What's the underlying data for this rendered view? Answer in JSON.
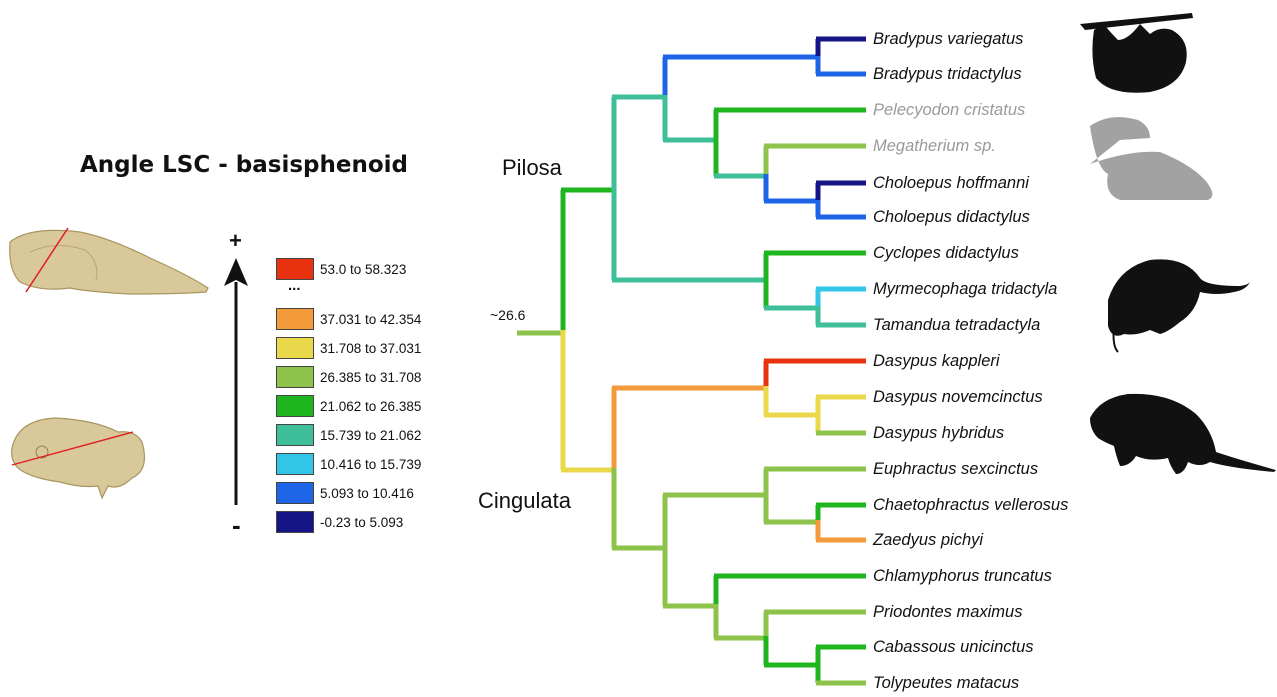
{
  "title": "Angle LSC - basisphenoid",
  "arrow": {
    "plus": "+",
    "minus": "-"
  },
  "legend": {
    "ellipsis": "...",
    "items": [
      {
        "label": "53.0 to 58.323",
        "color": "#e8310f"
      },
      {
        "label": "37.031 to 42.354",
        "color": "#f39a3a"
      },
      {
        "label": "31.708 to 37.031",
        "color": "#e9d84a"
      },
      {
        "label": "26.385 to 31.708",
        "color": "#8dc34a"
      },
      {
        "label": "21.062 to 26.385",
        "color": "#1fb51f"
      },
      {
        "label": "15.739 to 21.062",
        "color": "#3ebf9a"
      },
      {
        "label": "10.416 to 15.739",
        "color": "#33c6e8"
      },
      {
        "label": "5.093 to 10.416",
        "color": "#1e64e6"
      },
      {
        "label": "-0.23 to 5.093",
        "color": "#141486"
      }
    ]
  },
  "root_value": "~26.6",
  "clades": {
    "pilosa": "Pilosa",
    "cingulata": "Cingulata"
  },
  "taxa": [
    {
      "name": "Bradypus variegatus",
      "color": "#111111"
    },
    {
      "name": "Bradypus tridactylus",
      "color": "#111111"
    },
    {
      "name": "Pelecyodon cristatus",
      "color": "#9a9a9a"
    },
    {
      "name": "Megatherium sp.",
      "color": "#9a9a9a"
    },
    {
      "name": "Choloepus hoffmanni",
      "color": "#111111"
    },
    {
      "name": "Choloepus didactylus",
      "color": "#111111"
    },
    {
      "name": "Cyclopes didactylus",
      "color": "#111111"
    },
    {
      "name": "Myrmecophaga tridactyla",
      "color": "#111111"
    },
    {
      "name": "Tamandua tetradactyla",
      "color": "#111111"
    },
    {
      "name": "Dasypus kappleri",
      "color": "#111111"
    },
    {
      "name": "Dasypus novemcinctus",
      "color": "#111111"
    },
    {
      "name": "Dasypus hybridus",
      "color": "#111111"
    },
    {
      "name": "Euphractus sexcinctus",
      "color": "#111111"
    },
    {
      "name": "Chaetophractus vellerosus",
      "color": "#111111"
    },
    {
      "name": "Zaedyus pichyi",
      "color": "#111111"
    },
    {
      "name": "Chlamyphorus truncatus",
      "color": "#111111"
    },
    {
      "name": "Priodontes maximus",
      "color": "#111111"
    },
    {
      "name": "Cabassous unicinctus",
      "color": "#111111"
    },
    {
      "name": "Tolypeutes matacus",
      "color": "#111111"
    }
  ]
}
